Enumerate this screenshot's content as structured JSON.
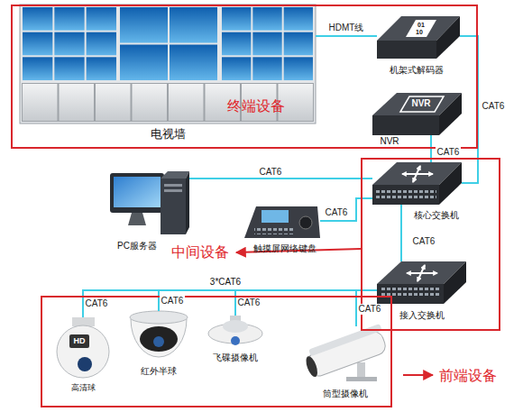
{
  "diagram": {
    "nodes": [
      {
        "text": [
          "终端设备"
        ]
      },
      {
        "text": [
          "电视墙"
        ],
        "in": 0
      },
      {
        "text": [
          "机架式解码器"
        ],
        "in": 0
      },
      {
        "text": [
          "NVR"
        ],
        "in": 0
      },
      {
        "text": [
          "中间设备"
        ]
      },
      {
        "text": [
          "核心交换机"
        ],
        "in": 4
      },
      {
        "text": [
          "接入交换机"
        ],
        "in": 4
      },
      {
        "text": [
          "PC服务器"
        ]
      },
      {
        "text": [
          "触摸屏网络键盘"
        ]
      },
      {
        "text": [
          "前端设备"
        ]
      },
      {
        "text": [
          "高清球"
        ],
        "in": 9
      },
      {
        "text": [
          "红外半球"
        ],
        "in": 9
      },
      {
        "text": [
          "飞碟摄像机"
        ],
        "in": 9
      },
      {
        "text": [
          "筒型摄像机"
        ],
        "in": 9
      }
    ],
    "edges": [
      {
        "from": 1,
        "to": 2,
        "arrow": "none",
        "label": "HDMT线"
      },
      {
        "from": 2,
        "to": 5,
        "arrow": "none",
        "label": "CAT6"
      },
      {
        "from": 3,
        "to": 5,
        "arrow": "none",
        "label": "CAT6"
      },
      {
        "from": 5,
        "to": 7,
        "arrow": "none",
        "label": "CAT6"
      },
      {
        "from": 8,
        "to": 5,
        "arrow": "none",
        "label": "CAT6"
      },
      {
        "from": 5,
        "to": 6,
        "arrow": "none",
        "label": "CAT6"
      },
      {
        "from": 6,
        "to": 10,
        "arrow": "none",
        "label": "CAT6"
      },
      {
        "from": 6,
        "to": 11,
        "arrow": "none",
        "label": "CAT6"
      },
      {
        "from": 6,
        "to": 12,
        "arrow": "none",
        "label": "CAT6"
      },
      {
        "from": 6,
        "to": 13,
        "arrow": "none",
        "label": "CAT6"
      }
    ],
    "labels": [
      "3*CAT6",
      "01",
      "10",
      "NVR",
      "HD"
    ]
  }
}
